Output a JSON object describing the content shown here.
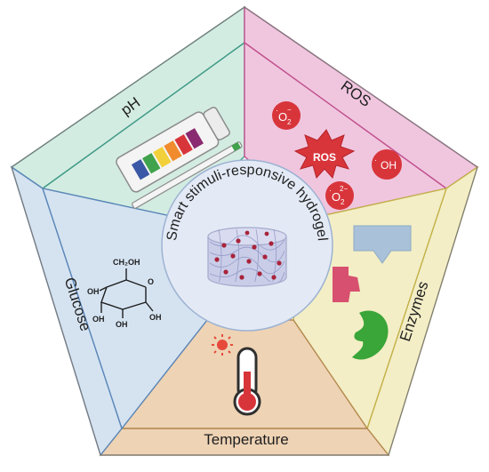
{
  "center": {
    "title": "Smart stimuli-responsive hydrogel"
  },
  "segments": [
    {
      "key": "ph",
      "label": "pH",
      "fill": "#d3ece2",
      "border": "#3f9a86"
    },
    {
      "key": "ros",
      "label": "ROS",
      "fill": "#f0c6df",
      "border": "#c2528f"
    },
    {
      "key": "enzymes",
      "label": "Enzymes",
      "fill": "#f3eec6",
      "border": "#c4b24c"
    },
    {
      "key": "temperature",
      "label": "Temperature",
      "fill": "#eed3b5",
      "border": "#b58a52"
    },
    {
      "key": "glucose",
      "label": "Glucose",
      "fill": "#d5e3f1",
      "border": "#5c87b8"
    }
  ],
  "ros_species": {
    "star_label": "ROS",
    "superoxide_1": {
      "dot": "·",
      "main": "O",
      "sub": "2",
      "sup": "−"
    },
    "hydroxyl": {
      "dot": "·",
      "main": "OH"
    },
    "superoxide_2": {
      "dot": "·",
      "main": "O",
      "sub": "2",
      "sup": "2−"
    }
  },
  "glucose_labels": {
    "ch2oh": "CH₂OH",
    "o": "O",
    "oh_1": "OH",
    "oh_2": "OH",
    "oh_3": "OH",
    "oh_4": "OH"
  },
  "colors": {
    "ros_circle": "#d8353b",
    "ros_star": "#d8353b",
    "enzyme_bubble": "#a9c2d9",
    "enzyme_pink": "#d8506f",
    "enzyme_green": "#3aa538",
    "thermometer_red": "#d8353b",
    "sun": "#e64a3b",
    "hydrogel": "#c9cde8",
    "hydrogel_dots": "#a8233a",
    "center_disc": "#e3eaf5"
  }
}
